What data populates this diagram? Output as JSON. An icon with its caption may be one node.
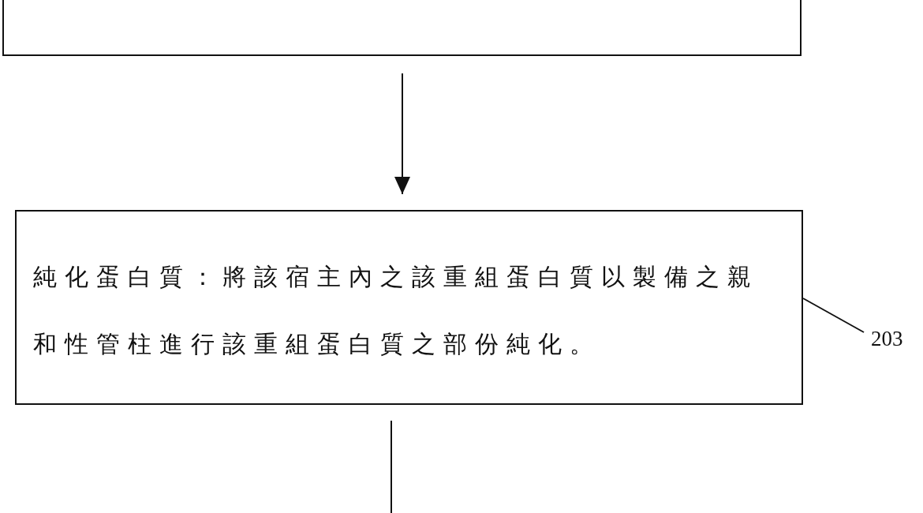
{
  "diagram": {
    "nodes": [
      {
        "text": [],
        "shape": "box"
      },
      {
        "text": [
          "純化蛋白質：將該宿主內之該重組蛋白質以製備之親和性管柱進行該重組蛋白質之部份純化。"
        ]
      },
      {
        "text": [
          "203"
        ]
      }
    ],
    "edges": [
      {
        "from": 0,
        "to": 1,
        "arrow": "to"
      },
      {
        "from": 1,
        "to": null,
        "arrow": "none"
      },
      {
        "from": 2,
        "to": 1,
        "arrow": "none"
      }
    ]
  }
}
